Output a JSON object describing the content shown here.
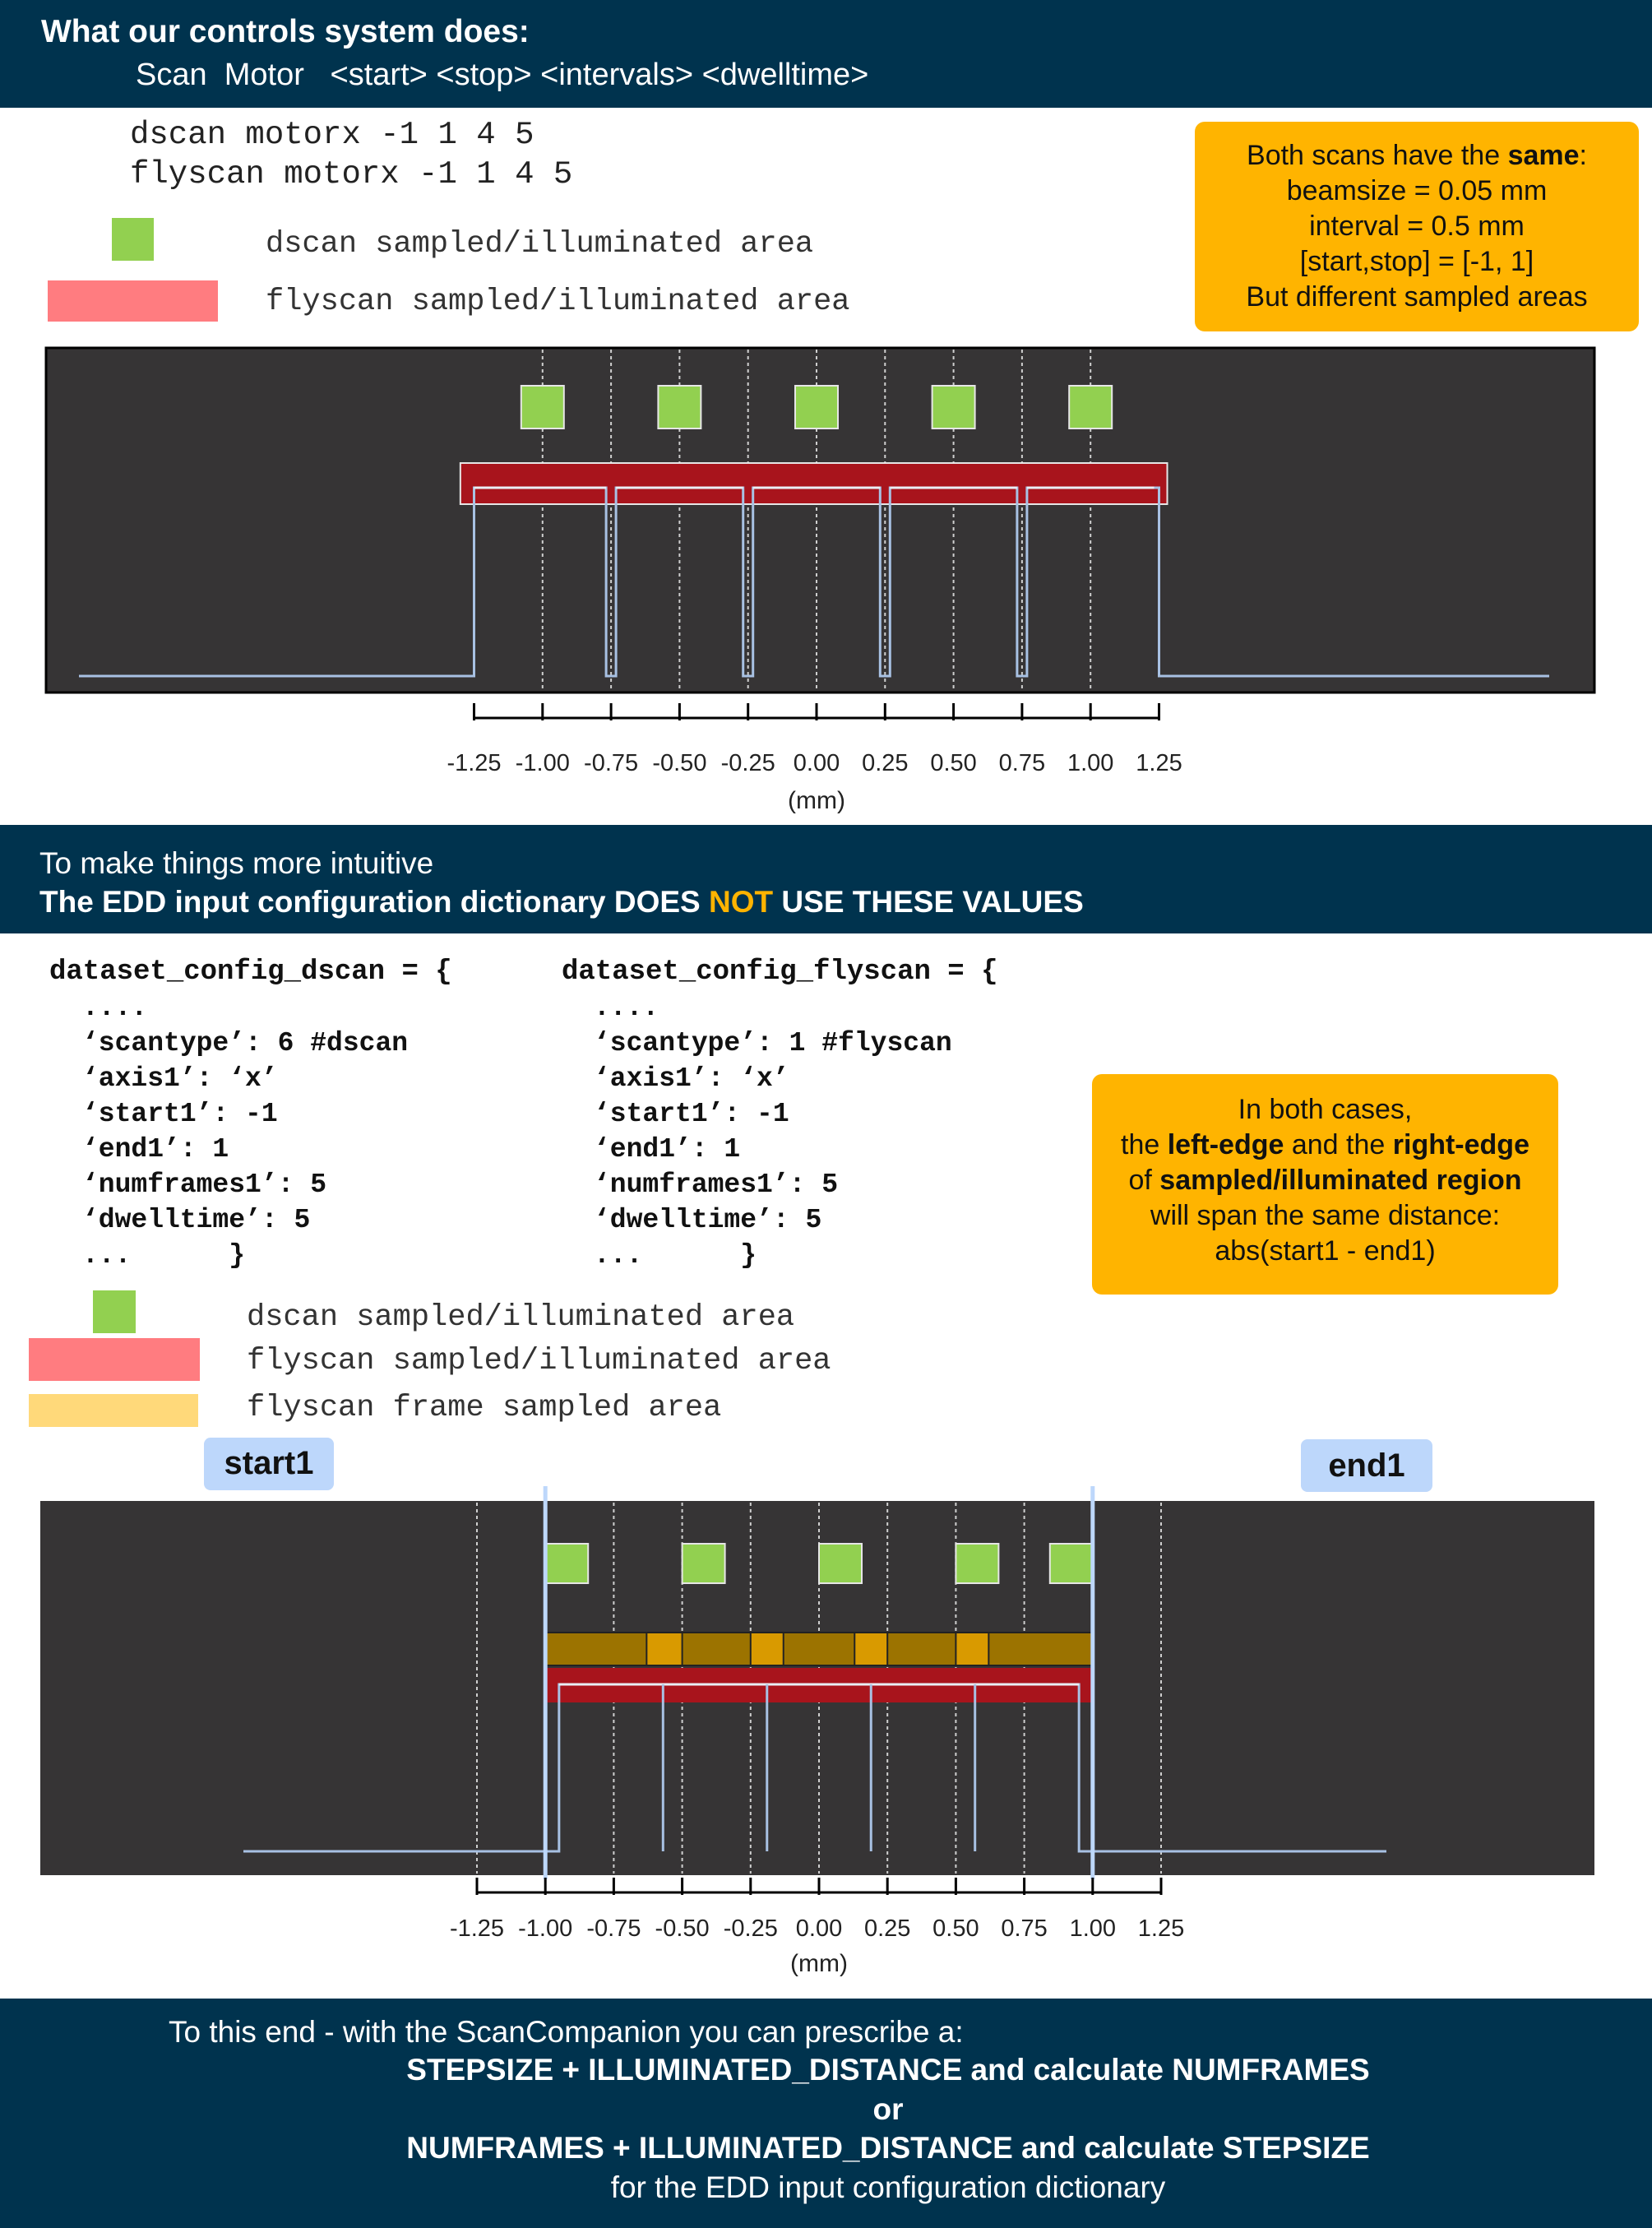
{
  "header1": {
    "title": "What our controls system does:",
    "syntax": "Scan  Motor   <start> <stop> <intervals> <dwelltime>"
  },
  "commands": [
    "dscan motorx -1 1 4 5",
    "flyscan motorx -1 1 4 5"
  ],
  "legend1": {
    "dscan": "dscan sampled/illuminated area",
    "flyscan": "flyscan sampled/illuminated area"
  },
  "note1": {
    "line1_prefix": "Both scans have the ",
    "line1_bold": "same",
    "line1_suffix": ":",
    "line2": "beamsize = 0.05 mm",
    "line3": "interval = 0.5 mm",
    "line4": "[start,stop] = [-1, 1]",
    "line5": "But different sampled areas"
  },
  "axis": {
    "ticks": [
      -1.25,
      -1.0,
      -0.75,
      -0.5,
      -0.25,
      0.0,
      0.25,
      0.5,
      0.75,
      1.0,
      1.25
    ],
    "tick_labels": [
      "-1.25",
      "-1.00",
      "-0.75",
      "-0.50",
      "-0.25",
      "0.00",
      "0.25",
      "0.50",
      "0.75",
      "1.00",
      "1.25"
    ],
    "unit": "(mm)"
  },
  "diagram1": {
    "dscan_points": [
      -1.0,
      -0.5,
      0.0,
      0.5,
      1.0
    ],
    "flyscan_area": [
      -1.3,
      1.28
    ],
    "pulse_edges": [
      -1.25,
      -0.75,
      -0.25,
      0.25,
      0.75,
      1.25
    ]
  },
  "header2": {
    "line1": "To make things more intuitive",
    "line2_a": "The EDD input configuration dictionary DOES ",
    "line2_highlight": "NOT",
    "line2_b": " USE THESE VALUES"
  },
  "code_dscan": {
    "open": "dataset_config_dscan = {",
    "lines": [
      "....",
      "‘scantype’: 6 #dscan",
      "‘axis1’: ‘x’",
      "‘start1’: -1",
      "‘end1’: 1",
      "‘numframes1’: 5",
      "‘dwelltime’: 5",
      "...      }"
    ]
  },
  "code_flyscan": {
    "open": "dataset_config_flyscan = {",
    "lines": [
      "....",
      "‘scantype’: 1 #flyscan",
      "‘axis1’: ‘x’",
      "‘start1’: -1",
      "‘end1’: 1",
      "‘numframes1’: 5",
      "‘dwelltime’: 5",
      "...      }"
    ]
  },
  "note2": {
    "line1": "In both cases,",
    "line2_a": "the ",
    "line2_b1": "left-edge",
    "line2_c": " and the ",
    "line2_b2": "right-edge",
    "line3_a": "of ",
    "line3_b": "sampled/illuminated region",
    "line4": "will span the same distance:",
    "line5": "abs(start1 - end1)"
  },
  "legend2": {
    "dscan": "dscan sampled/illuminated area",
    "flyscan": "flyscan sampled/illuminated area",
    "frame": "flyscan frame sampled area"
  },
  "diagram2": {
    "start_label": "start1",
    "end_label": "end1",
    "start": -1.0,
    "end": 1.0,
    "dscan_points": [
      -1.0,
      -0.5,
      0.0,
      0.5,
      1.0
    ],
    "pulse_edges": [
      -0.95,
      -0.57,
      -0.19,
      0.19,
      0.57,
      0.95
    ]
  },
  "footer": {
    "line1": "To this end - with the ScanCompanion you can prescribe a:",
    "line2": "STEPSIZE + ILLUMINATED_DISTANCE and calculate NUMFRAMES",
    "line3": "or",
    "line4": "NUMFRAMES + ILLUMINATED_DISTANCE and calculate STEPSIZE",
    "line5": "for the EDD input configuration dictionary"
  },
  "colors": {
    "navy": "#00334e",
    "accent": "#ffb400",
    "dscan": "#92d050",
    "flyscan_legend": "#ff7c80",
    "flyscan_area": "#a8141c",
    "frame_legend": "#ffd97a",
    "frame_area": "#9c7300",
    "frame_highlight": "#d99a00",
    "panel": "#363435",
    "pulse": "#a8c1e3",
    "tag": "#bdd7fb"
  }
}
